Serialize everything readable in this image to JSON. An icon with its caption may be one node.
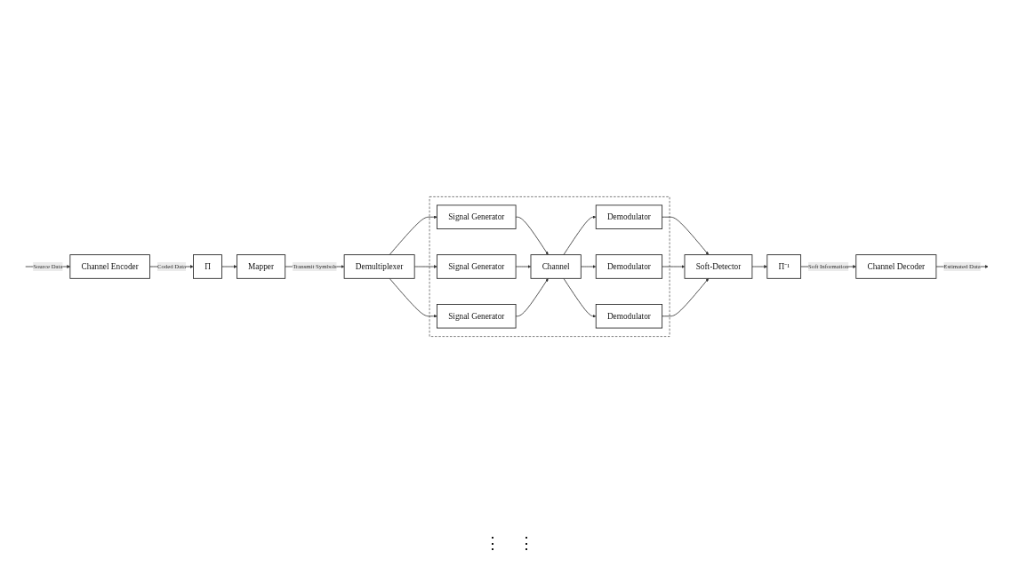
{
  "diagram": {
    "nodes": [
      {
        "text": [
          "Channel Encoder"
        ]
      },
      {
        "text": [
          "Π"
        ]
      },
      {
        "text": [
          "Mapper"
        ]
      },
      {
        "text": [
          "Demultiplexer"
        ]
      },
      {
        "text": [],
        "shape": "box"
      },
      {
        "text": [
          "Signal Generator"
        ],
        "in": 4
      },
      {
        "text": [
          "Signal Generator"
        ],
        "in": 4
      },
      {
        "text": [
          "Signal Generator"
        ],
        "in": 4
      },
      {
        "text": [
          "Channel"
        ],
        "in": 4
      },
      {
        "text": [
          "Demodulator"
        ],
        "in": 4
      },
      {
        "text": [
          "Demodulator"
        ],
        "in": 4
      },
      {
        "text": [
          "Demodulator"
        ],
        "in": 4
      },
      {
        "text": [
          "Soft-Detector"
        ]
      },
      {
        "text": [
          "Π⁻¹"
        ]
      },
      {
        "text": [
          "Channel Decoder"
        ]
      }
    ],
    "edges": [
      {
        "from": null,
        "to": 0,
        "arrow": "to",
        "label": "Source Data"
      },
      {
        "from": 0,
        "to": 1,
        "arrow": "to",
        "label": "Coded Data"
      },
      {
        "from": 1,
        "to": 2,
        "arrow": "to"
      },
      {
        "from": 2,
        "to": 3,
        "arrow": "to",
        "label": "Transmit Symbols"
      },
      {
        "from": 3,
        "to": 5,
        "arrow": "to"
      },
      {
        "from": 3,
        "to": 6,
        "arrow": "to"
      },
      {
        "from": 3,
        "to": 7,
        "arrow": "to"
      },
      {
        "from": 5,
        "to": 8,
        "arrow": "to"
      },
      {
        "from": 6,
        "to": 8,
        "arrow": "to"
      },
      {
        "from": 7,
        "to": 8,
        "arrow": "to"
      },
      {
        "from": 8,
        "to": 9,
        "arrow": "to"
      },
      {
        "from": 8,
        "to": 10,
        "arrow": "to"
      },
      {
        "from": 8,
        "to": 11,
        "arrow": "to"
      },
      {
        "from": 9,
        "to": 12,
        "arrow": "to"
      },
      {
        "from": 10,
        "to": 12,
        "arrow": "to"
      },
      {
        "from": 11,
        "to": 12,
        "arrow": "to"
      },
      {
        "from": 12,
        "to": 13,
        "arrow": "to"
      },
      {
        "from": 13,
        "to": 14,
        "arrow": "to",
        "label": "Soft Information"
      },
      {
        "from": 14,
        "to": null,
        "arrow": "to",
        "label": "Estimated Data"
      }
    ],
    "labels": [
      "⋮",
      "⋮"
    ]
  }
}
